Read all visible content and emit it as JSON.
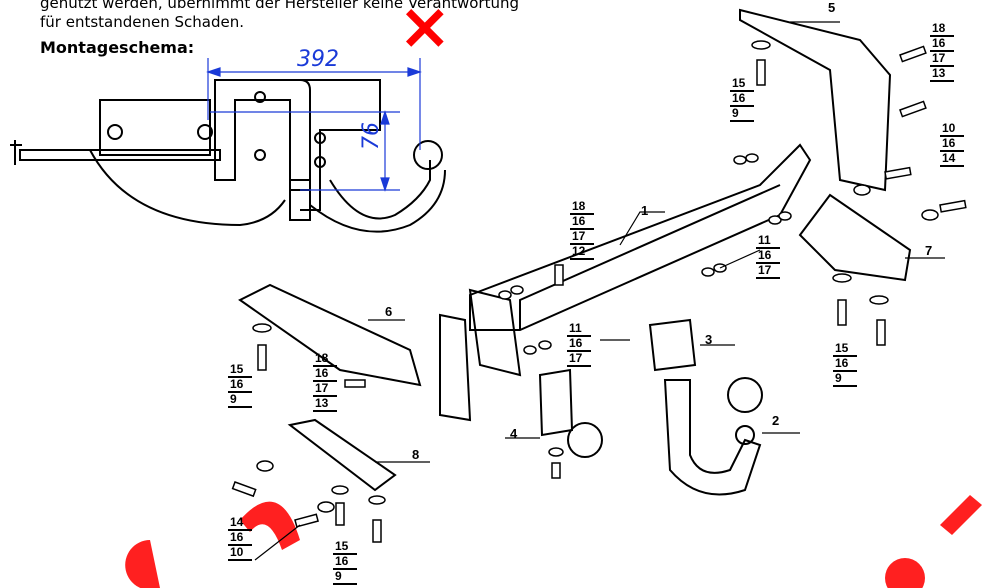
{
  "intro": {
    "line1": "genutzt werden, übernimmt der Hersteller keine Verantwortung",
    "line2": "für entstandenen Schaden."
  },
  "heading": "Montageschema:",
  "dimensions": {
    "width": "392",
    "height": "76"
  },
  "callouts": {
    "c1": "1",
    "c2": "2",
    "c3": "3",
    "c4": "4",
    "c5": "5",
    "c6": "6",
    "c7": "7",
    "c8": "8"
  },
  "stacks": {
    "s_top_right": [
      "18",
      "16",
      "17",
      "13"
    ],
    "s_top_mid": [
      "15",
      "16",
      "9"
    ],
    "s_right_mid": [
      "10",
      "16",
      "14"
    ],
    "s_center": [
      "18",
      "16",
      "17",
      "12"
    ],
    "s_mid_right": [
      "11",
      "16",
      "17"
    ],
    "s_center_low": [
      "11",
      "16",
      "17"
    ],
    "s_left": [
      "15",
      "16",
      "9"
    ],
    "s_left_mid": [
      "18",
      "16",
      "17",
      "13"
    ],
    "s_right_low": [
      "15",
      "16",
      "9"
    ],
    "s_bottom_left": [
      "14",
      "16",
      "10"
    ],
    "s_bottom_mid": [
      "15",
      "16",
      "9"
    ]
  },
  "watermark": {
    "glyph": "×",
    "color": "#ff0000"
  }
}
